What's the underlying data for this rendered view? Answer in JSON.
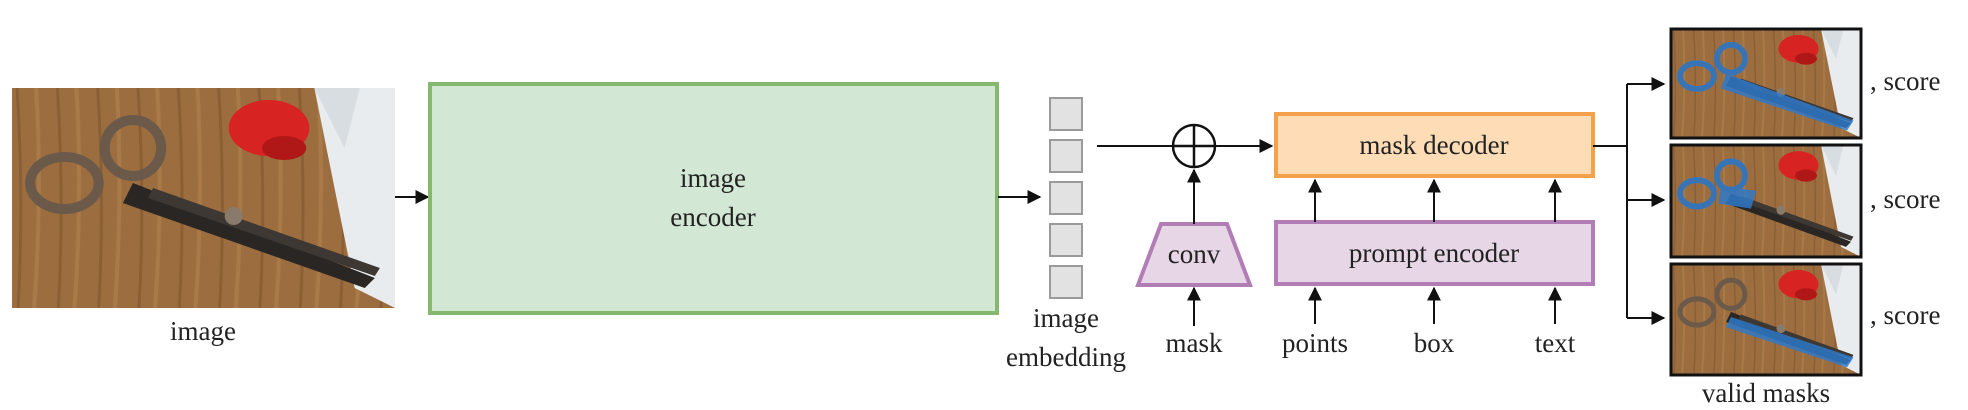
{
  "input": {
    "label": "image"
  },
  "encoder": {
    "label_line1": "image",
    "label_line2": "encoder"
  },
  "embedding": {
    "label_line1": "image",
    "label_line2": "embedding"
  },
  "conv": {
    "label": "conv",
    "input_label": "mask"
  },
  "mask_decoder": {
    "label": "mask decoder"
  },
  "prompt_encoder": {
    "label": "prompt encoder",
    "inputs": [
      "points",
      "box",
      "text"
    ]
  },
  "outputs": {
    "score_label": ", score",
    "caption": "valid masks"
  },
  "colors": {
    "encoder_fill": "#d3e8d4",
    "encoder_stroke": "#86b96f",
    "decoder_fill": "#fddcb6",
    "decoder_stroke": "#f3a24b",
    "prompt_fill": "#e6d6e6",
    "prompt_stroke": "#b27db5",
    "embedding_fill": "#e2e2e2",
    "embedding_stroke": "#9a9a9a",
    "mask_blue": "#2f79c9"
  }
}
